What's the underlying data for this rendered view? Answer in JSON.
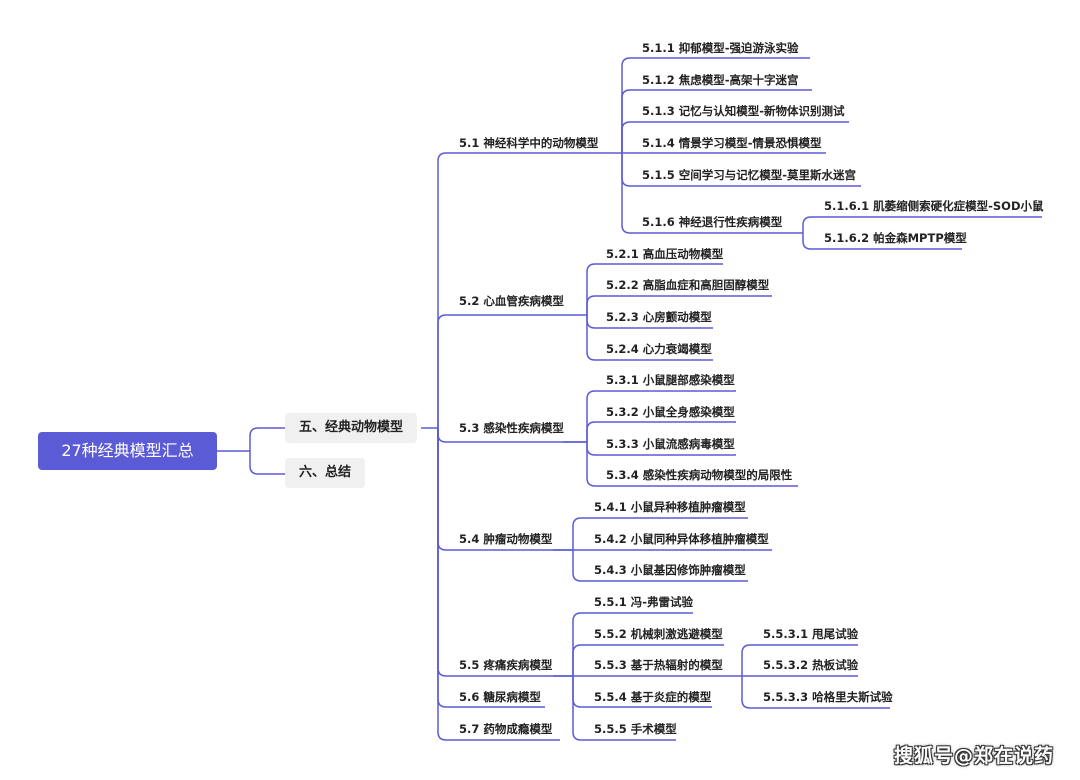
{
  "root": "27种经典模型汇总",
  "chapters": [
    "五、经典动物模型",
    "六、总结"
  ],
  "sections": [
    {
      "label": "5.1 神经科学中的动物模型",
      "items": [
        "5.1.1 抑郁模型-强迫游泳实验",
        "5.1.2 焦虑模型-高架十字迷宫",
        "5.1.3 记忆与认知模型-新物体识别测试",
        "5.1.4 情景学习模型-情景恐惧模型",
        "5.1.5 空间学习与记忆模型-莫里斯水迷宫",
        "5.1.6 神经退行性疾病模型"
      ],
      "sub": [
        "5.1.6.1 肌萎缩侧索硬化症模型-SOD小鼠",
        "5.1.6.2 帕金森MPTP模型"
      ]
    },
    {
      "label": "5.2 心血管疾病模型",
      "items": [
        "5.2.1 高血压动物模型",
        "5.2.2 高脂血症和高胆固醇模型",
        "5.2.3 心房颤动模型",
        "5.2.4 心力衰竭模型"
      ]
    },
    {
      "label": "5.3 感染性疾病模型",
      "items": [
        "5.3.1 小鼠腿部感染模型",
        "5.3.2 小鼠全身感染模型",
        "5.3.3 小鼠流感病毒模型",
        "5.3.4 感染性疾病动物模型的局限性"
      ]
    },
    {
      "label": "5.4 肿瘤动物模型",
      "items": [
        "5.4.1 小鼠异种移植肿瘤模型",
        "5.4.2 小鼠同种异体移植肿瘤模型",
        "5.4.3 小鼠基因修饰肿瘤模型"
      ]
    },
    {
      "label": "5.5 疼痛疾病模型",
      "items": [
        "5.5.1 冯-弗雷试验",
        "5.5.2 机械刺激逃避模型",
        "5.5.3 基于热辐射的模型",
        "5.5.4 基于炎症的模型",
        "5.5.5 手术模型"
      ],
      "sub": [
        "5.5.3.1 甩尾试验",
        "5.5.3.2 热板试验",
        "5.5.3.3 哈格里夫斯试验"
      ]
    },
    {
      "label": "5.6 糖尿病模型"
    },
    {
      "label": "5.7 药物成瘾模型"
    }
  ],
  "watermark": "搜狐号@郑在说药",
  "colors": {
    "line": "#5b5bd6",
    "root_bg": "#5b5bd6",
    "chapter_bg": "#f0f0f0"
  }
}
